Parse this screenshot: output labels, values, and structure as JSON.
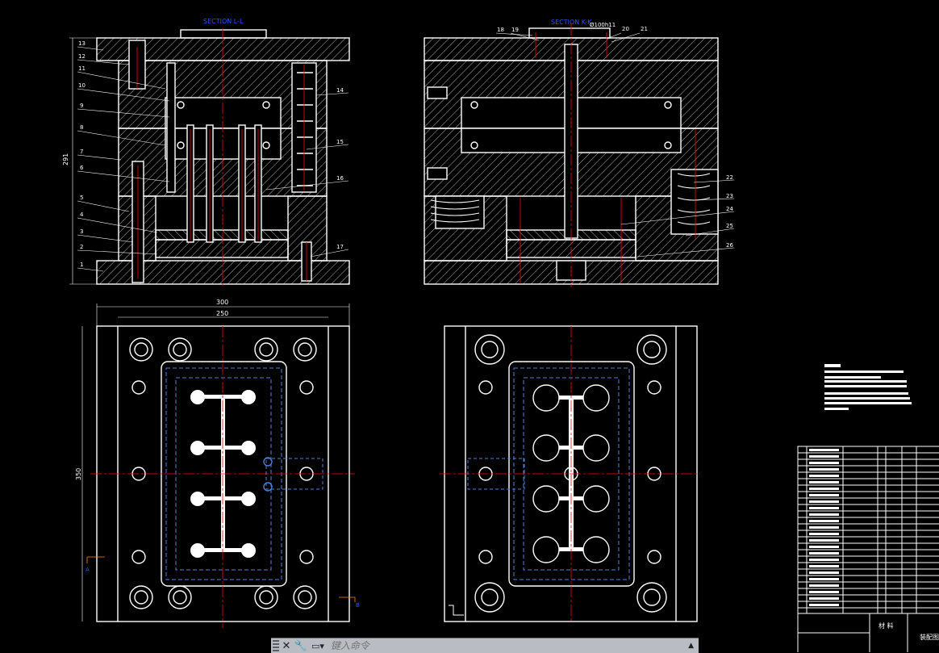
{
  "drawing": {
    "section1_title": "SECTION L-L",
    "section2_title": "SECTION K-K",
    "dims": {
      "height_291": "291",
      "width_300": "300",
      "width_250": "250",
      "height_350": "350",
      "fit_note": "Ø100h11"
    },
    "callouts_left": [
      "13",
      "12",
      "11",
      "10",
      "9",
      "8",
      "7",
      "6",
      "5",
      "4",
      "3",
      "2",
      "1"
    ],
    "callouts_right_a": [
      "14",
      "15",
      "16",
      "17"
    ],
    "callouts_top_b": [
      "18",
      "19",
      "20",
      "21"
    ],
    "callouts_right_b": [
      "22",
      "23",
      "24",
      "25",
      "26"
    ],
    "section_marks": {
      "a": "A",
      "b": "B"
    }
  },
  "titleblock": {
    "material_label": "材 料",
    "assembly_label": "装配图"
  },
  "cmdline": {
    "close_icon": "close-icon",
    "settings_icon": "wrench-icon",
    "placeholder": "键入命令"
  },
  "colors": {
    "background": "#000000",
    "line": "#ffffff",
    "center": "#ff0000",
    "hidden": "#4f7fd8",
    "title": "#3050ff"
  }
}
